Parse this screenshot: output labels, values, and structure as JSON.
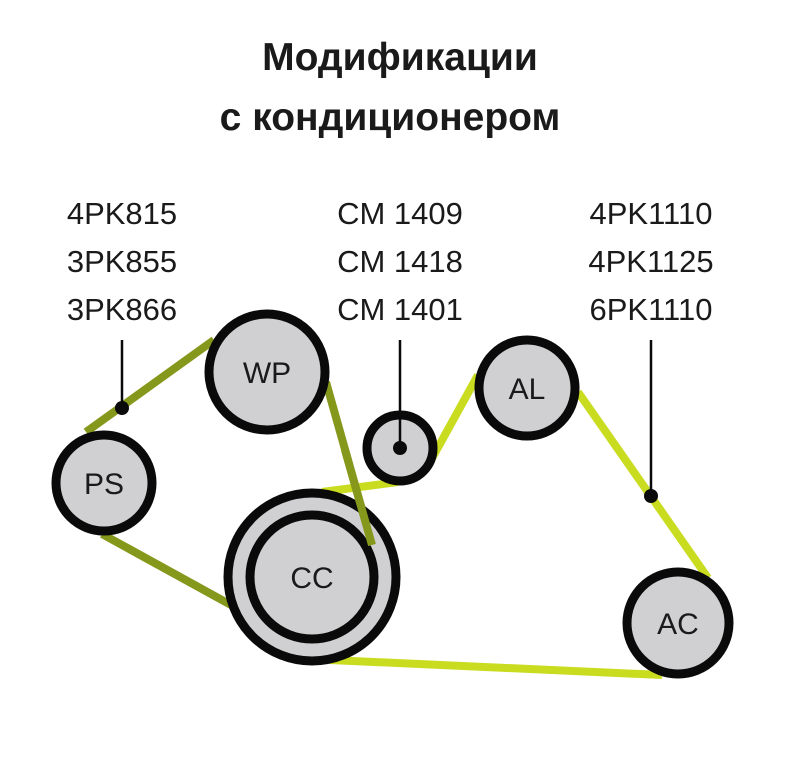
{
  "title": {
    "line1": "Модификации",
    "line2": "с кондиционером"
  },
  "labels": {
    "left": [
      "4PK815",
      "3PK855",
      "3PK866"
    ],
    "center": [
      "CM 1409",
      "CM 1418",
      "CM 1401"
    ],
    "right": [
      "4PK1110",
      "4PK1125",
      "6PK1110"
    ]
  },
  "pulleys": {
    "wp": "WP",
    "ps": "PS",
    "cc": "CC",
    "al": "AL",
    "ac": "AC"
  },
  "colors": {
    "belt_dark": "#86981c",
    "belt_light": "#c9dc1f",
    "pulley_fill": "#d0d0d2",
    "outline": "#0a0a0a"
  }
}
